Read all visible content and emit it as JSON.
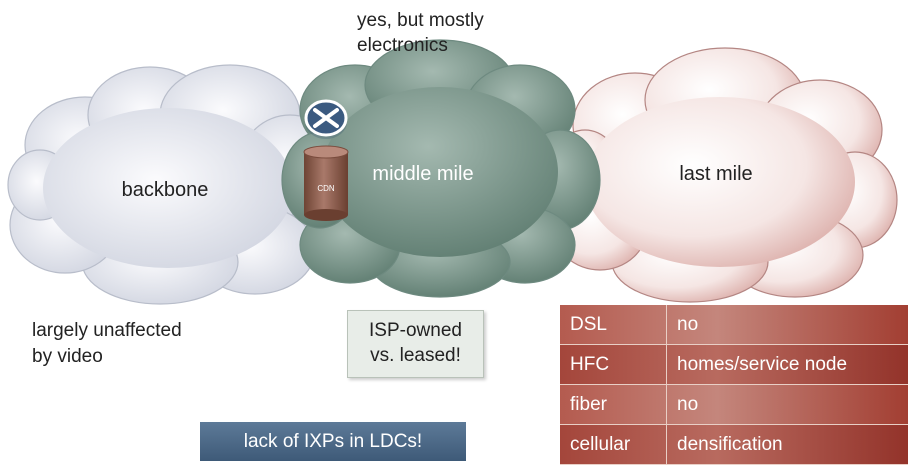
{
  "clouds": {
    "backbone": {
      "label": "backbone",
      "color": "#e6e8f0"
    },
    "middle_mile": {
      "label": "middle mile",
      "color": "#7f9a8f"
    },
    "last_mile": {
      "label": "last mile",
      "color": "#ecd0cd"
    }
  },
  "cdn": {
    "label": "CDN",
    "color": "#8a5a4a"
  },
  "annotations": {
    "top": [
      "yes, but mostly",
      "electronics"
    ],
    "backbone_note": [
      "largely unaffected",
      "by video"
    ]
  },
  "isp_box": {
    "line1": "ISP-owned",
    "line2": "vs. leased!"
  },
  "ixp_box": {
    "text": "lack of IXPs in LDCs!"
  },
  "access_table": [
    {
      "tech": "DSL",
      "status": "no"
    },
    {
      "tech": "HFC",
      "status": "homes/service node"
    },
    {
      "tech": "fiber",
      "status": "no"
    },
    {
      "tech": "cellular",
      "status": "densification"
    }
  ]
}
